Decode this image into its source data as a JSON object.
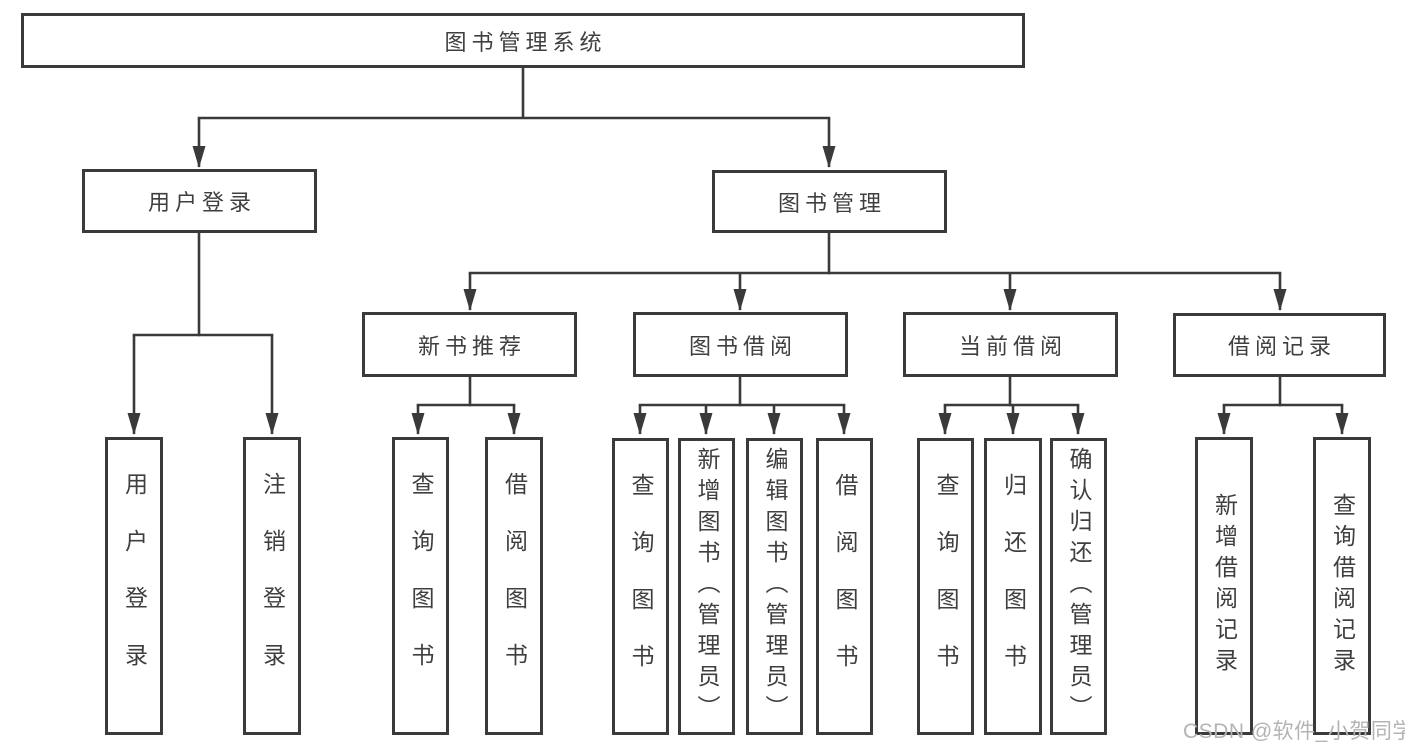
{
  "tree": {
    "root": {
      "label": "图书管理系统",
      "children": [
        {
          "label": "用户登录",
          "children": [
            {
              "label": "用户登录"
            },
            {
              "label": "注销登录"
            }
          ]
        },
        {
          "label": "图书管理",
          "children": [
            {
              "label": "新书推荐",
              "children": [
                {
                  "label": "查询图书"
                },
                {
                  "label": "借阅图书"
                }
              ]
            },
            {
              "label": "图书借阅",
              "children": [
                {
                  "label": "查询图书"
                },
                {
                  "label": "新增图书（管理员）"
                },
                {
                  "label": "编辑图书（管理员）"
                },
                {
                  "label": "借阅图书"
                }
              ]
            },
            {
              "label": "当前借阅",
              "children": [
                {
                  "label": "查询图书"
                },
                {
                  "label": "归还图书"
                },
                {
                  "label": "确认归还（管理员）"
                }
              ]
            },
            {
              "label": "借阅记录",
              "children": [
                {
                  "label": "新增借阅记录"
                },
                {
                  "label": "查询借阅记录"
                }
              ]
            }
          ]
        }
      ]
    }
  },
  "watermark": {
    "text": "CSDN @软件_小贺同学"
  },
  "colors": {
    "line": "#3a3a3a",
    "text": "#3f3f3f",
    "watermark": "#b4b4b4",
    "background": "#ffffff"
  }
}
